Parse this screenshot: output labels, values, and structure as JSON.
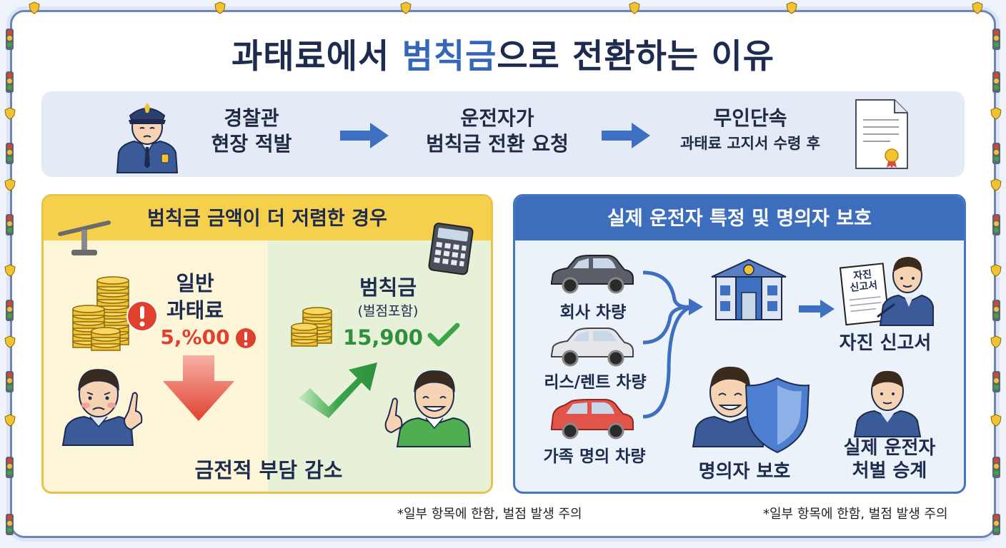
{
  "title": {
    "prefix": "과태료에서 ",
    "highlight": "범칙금",
    "suffix": "으로 전환하는 이유"
  },
  "flow": {
    "step1": {
      "line1": "경찰관",
      "line2": "현장 적발"
    },
    "step2": {
      "line1": "운전자가",
      "line2": "범칙금 전환 요청"
    },
    "step3": {
      "line1": "무인단속",
      "line2": "과태료 고지서 수령 후"
    }
  },
  "left_panel": {
    "header": "범칙금 금액이 더 저렴한 경우",
    "general": {
      "line1": "일반",
      "line2": "과태료",
      "amount": "5,%00"
    },
    "fine": {
      "line1": "범칙금",
      "line2": "(벌점포함)",
      "amount": "15,900"
    },
    "bottom_label": "금전적 부담 감소"
  },
  "right_panel": {
    "header": "실제 운전자 특정 및 명의자 보호",
    "vehicles": [
      "회사 차량",
      "리스/렌트 차량",
      "가족 명의 차량"
    ],
    "self_report_doc": {
      "line1": "자진",
      "line2": "신고서"
    },
    "self_report_label": "자진 신고서",
    "owner_protect": "명의자 보호",
    "driver_penalty": {
      "line1": "실제 운전자",
      "line2": "처벌 승계"
    }
  },
  "notes": {
    "left": "*일부 항목에 한함, 벌점 발생 주의",
    "right": "*일부 항목에 한함, 벌점 발생 주의"
  },
  "colors": {
    "title_highlight": "#3566b8",
    "left_header": "#f6d04d",
    "right_header": "#3d6ebe",
    "arrow_blue": "#3f6fc0",
    "down_red": "#e0412f",
    "up_green": "#3aa64a"
  }
}
